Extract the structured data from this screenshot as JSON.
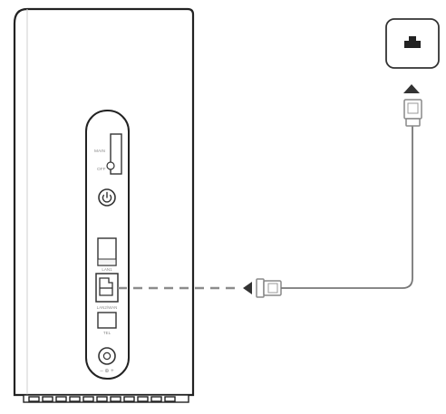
{
  "router": {
    "sim_labels": {
      "main": "MAIN",
      "cover": "OFF"
    },
    "port_labels": {
      "lan1": "LAN1",
      "lan2_wan": "LAN2/WAN",
      "tel": "TEL"
    },
    "power_polarity": "– ⊕ +"
  },
  "wall_socket": {
    "icon": "ethernet-socket-icon"
  },
  "colors": {
    "outline": "#222222",
    "cable": "#777777",
    "dashed_cable": "#8c8c8c",
    "arrow": "#333333",
    "connector": "#999999"
  }
}
